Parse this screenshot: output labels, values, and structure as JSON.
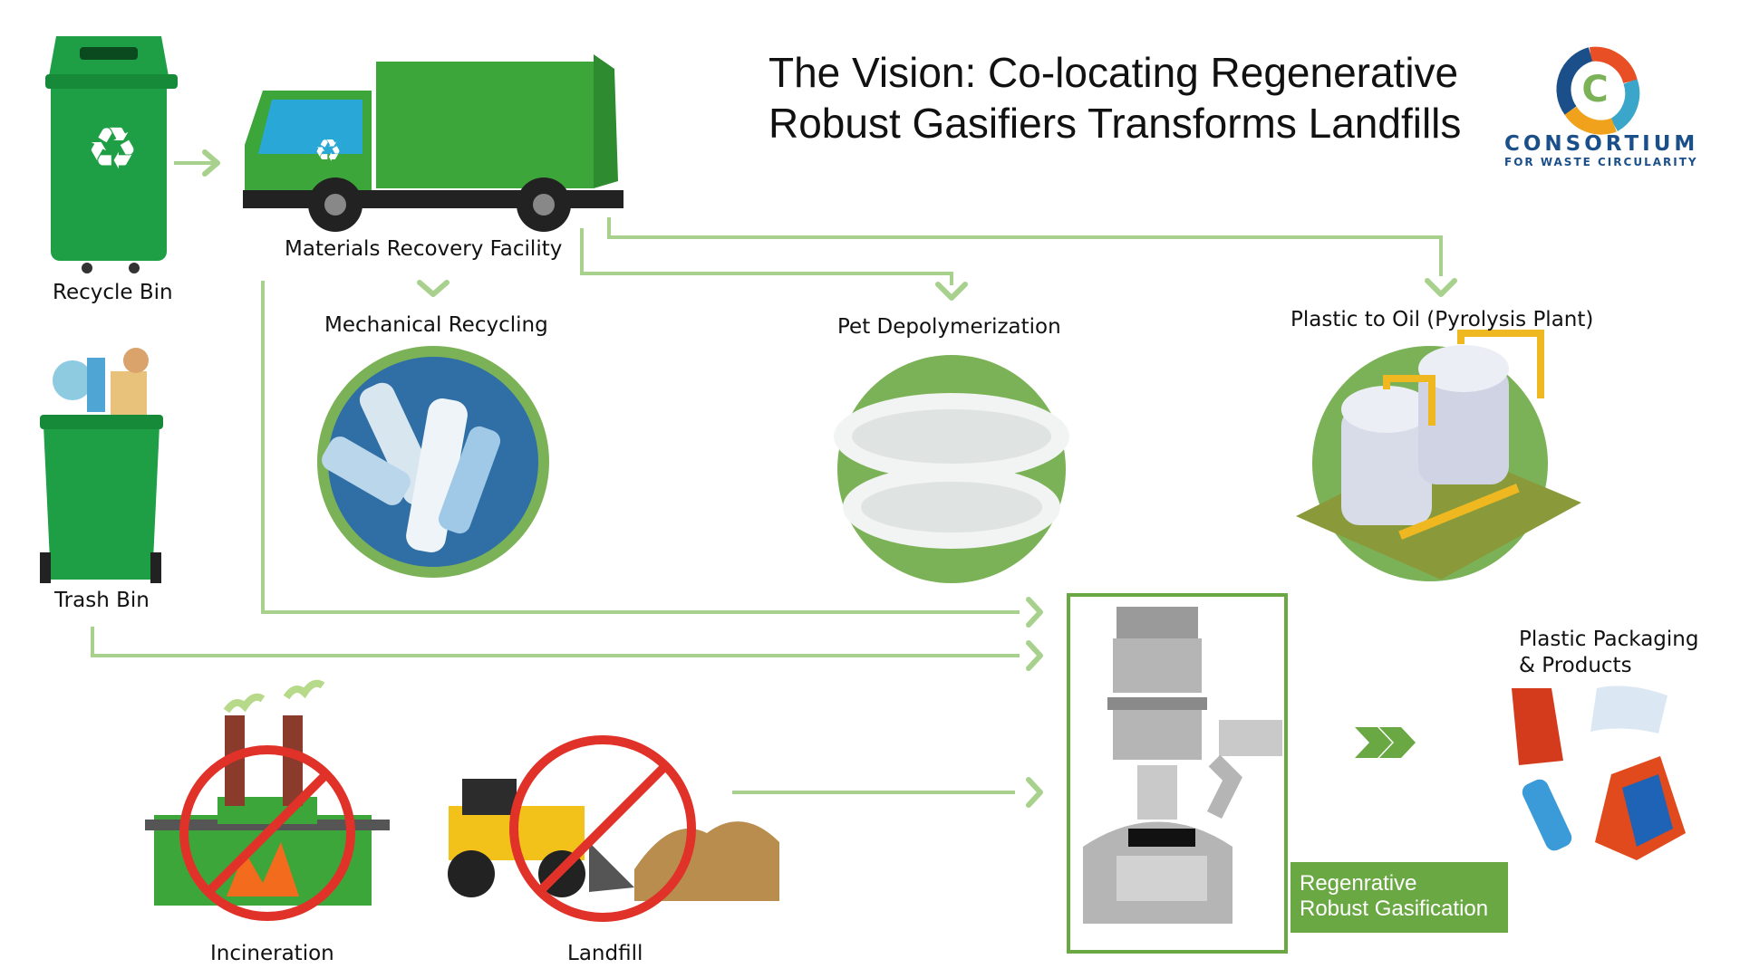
{
  "title": {
    "line1": "The Vision: Co-locating Regenerative",
    "line2": "Robust Gasifiers Transforms Landfills"
  },
  "logo": {
    "name": "CONSORTIUM",
    "tagline": "FOR WASTE CIRCULARITY",
    "icon": "consortium-circular-logo"
  },
  "nodes": {
    "recycle_bin": "Recycle Bin",
    "trash_bin": "Trash Bin",
    "mrf": "Materials Recovery Facility",
    "mechanical": "Mechanical Recycling",
    "pet": "Pet Depolymerization",
    "pyrolysis": "Plastic to Oil (Pyrolysis Plant)",
    "incineration": "Incineration",
    "landfill": "Landfill",
    "gasification_line1": "Regenrative",
    "gasification_line2": "Robust Gasification",
    "products_line1": "Plastic Packaging",
    "products_line2": "& Products"
  },
  "colors": {
    "accent_green": "#6aa843",
    "arrow_green": "#a9d18e",
    "bin_green": "#1e9f45",
    "circle_green": "#7cb257",
    "prohibit_red": "#e03228",
    "logo_blue": "#1b4f8a"
  },
  "icons": [
    "recycle-bin-icon",
    "garbage-truck-icon",
    "trash-bin-icon",
    "factory-icon",
    "bulldozer-icon",
    "prohibited-icon",
    "gasifier-icon",
    "bottles-icon",
    "flakes-icon",
    "tanks-icon",
    "products-icon"
  ]
}
